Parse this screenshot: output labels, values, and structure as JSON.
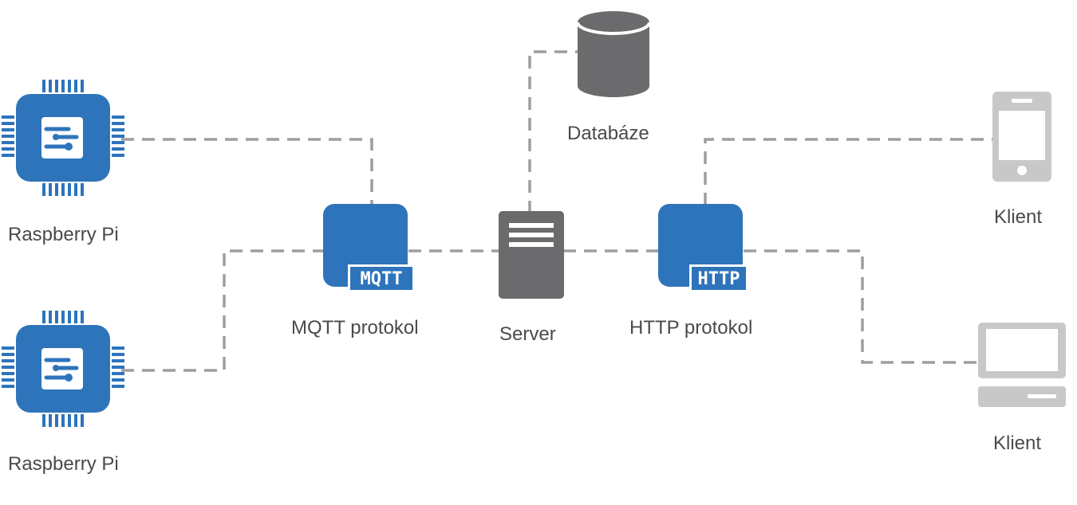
{
  "nodes": {
    "pi_top": {
      "label": "Raspberry Pi",
      "icon": "chip-icon"
    },
    "pi_bottom": {
      "label": "Raspberry Pi",
      "icon": "chip-icon"
    },
    "mqtt": {
      "label": "MQTT protokol",
      "badge": "MQTT",
      "icon": "protocol-block-icon"
    },
    "server": {
      "label": "Server",
      "icon": "server-icon"
    },
    "database": {
      "label": "Databáze",
      "icon": "database-icon"
    },
    "http": {
      "label": "HTTP protokol",
      "badge": "HTTP",
      "icon": "protocol-block-icon"
    },
    "client_phone": {
      "label": "Klient",
      "icon": "smartphone-icon"
    },
    "client_pc": {
      "label": "Klient",
      "icon": "desktop-computer-icon"
    }
  },
  "colors": {
    "blue": "#2e74bb",
    "dark_gray": "#6b6b6d",
    "light_gray": "#c8c8c8",
    "line": "#9e9e9e",
    "text": "#4a4a4a"
  }
}
